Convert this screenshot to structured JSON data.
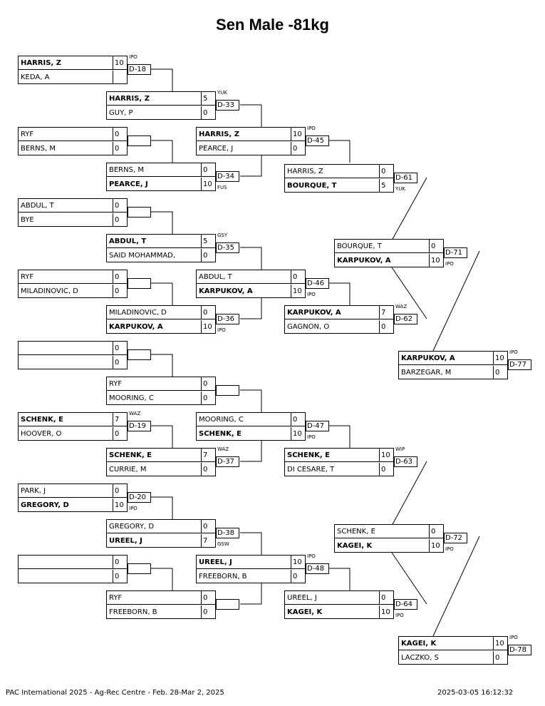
{
  "title": "Sen Male -81kg",
  "footer": {
    "left": "PAC International 2025 - Ag-Rec Centre - Feb. 28-Mar 2, 2025",
    "right": "2025-03-05 16:12:32"
  },
  "matches": [
    {
      "top": "HARRIS, Z",
      "bot": "KEDA, A",
      "st": "10",
      "sb": "",
      "id": "D-18",
      "ct": "IPO",
      "cb": "",
      "w": "top"
    },
    {
      "top": "HARRIS, Z",
      "bot": "GUY, P",
      "st": "5",
      "sb": "0",
      "id": "D-33",
      "ct": "YUK",
      "cb": "",
      "w": "top"
    },
    {
      "top": "RYF",
      "bot": "BERNS, M",
      "st": "0",
      "sb": "0",
      "id": "",
      "ct": "",
      "cb": "",
      "w": ""
    },
    {
      "top": "BERNS, M",
      "bot": "PEARCE, J",
      "st": "0",
      "sb": "10",
      "id": "D-34",
      "ct": "",
      "cb": "FUS",
      "w": "bot"
    },
    {
      "top": "HARRIS, Z",
      "bot": "PEARCE, J",
      "st": "10",
      "sb": "0",
      "id": "D-45",
      "ct": "IPO",
      "cb": "",
      "w": "top"
    },
    {
      "top": "ABDUL, T",
      "bot": "BYE",
      "st": "0",
      "sb": "0",
      "id": "",
      "ct": "",
      "cb": "",
      "w": ""
    },
    {
      "top": "ABDUL, T",
      "bot": "SAID MOHAMMAD,",
      "st": "5",
      "sb": "0",
      "id": "D-35",
      "ct": "GSY",
      "cb": "",
      "w": "top"
    },
    {
      "top": "RYF",
      "bot": "MILADINOVIC, D",
      "st": "0",
      "sb": "0",
      "id": "",
      "ct": "",
      "cb": "",
      "w": ""
    },
    {
      "top": "MILADINOVIC, D",
      "bot": "KARPUKOV, A",
      "st": "0",
      "sb": "10",
      "id": "D-36",
      "ct": "",
      "cb": "IPO",
      "w": "bot"
    },
    {
      "top": "ABDUL, T",
      "bot": "KARPUKOV, A",
      "st": "0",
      "sb": "10",
      "id": "D-46",
      "ct": "",
      "cb": "IPO",
      "w": "bot"
    },
    {
      "top": "HARRIS, Z",
      "bot": "BOURQUE, T",
      "st": "0",
      "sb": "5",
      "id": "D-61",
      "ct": "",
      "cb": "YUK",
      "w": "bot"
    },
    {
      "top": "KARPUKOV, A",
      "bot": "GAGNON, O",
      "st": "7",
      "sb": "0",
      "id": "D-62",
      "ct": "WAZ",
      "cb": "",
      "w": "top"
    },
    {
      "top": "BOURQUE, T",
      "bot": "KARPUKOV, A",
      "st": "0",
      "sb": "10",
      "id": "D-71",
      "ct": "",
      "cb": "IPO",
      "w": "bot"
    },
    {
      "top": "KARPUKOV, A",
      "bot": "BARZEGAR, M",
      "st": "10",
      "sb": "0",
      "id": "D-77",
      "ct": "IPO",
      "cb": "",
      "w": "top"
    },
    {
      "top": "",
      "bot": "",
      "st": "0",
      "sb": "0",
      "id": "",
      "ct": "",
      "cb": "",
      "w": ""
    },
    {
      "top": "RYF",
      "bot": "MOORING, C",
      "st": "0",
      "sb": "0",
      "id": "",
      "ct": "",
      "cb": "",
      "w": ""
    },
    {
      "top": "SCHENK, E",
      "bot": "HOOVER, O",
      "st": "7",
      "sb": "0",
      "id": "D-19",
      "ct": "WAZ",
      "cb": "",
      "w": "top"
    },
    {
      "top": "SCHENK, E",
      "bot": "CURRIE, M",
      "st": "7",
      "sb": "0",
      "id": "D-37",
      "ct": "WAZ",
      "cb": "",
      "w": "top"
    },
    {
      "top": "MOORING, C",
      "bot": "SCHENK, E",
      "st": "0",
      "sb": "10",
      "id": "D-47",
      "ct": "",
      "cb": "IPO",
      "w": "bot"
    },
    {
      "top": "PARK, J",
      "bot": "GREGORY, D",
      "st": "0",
      "sb": "10",
      "id": "D-20",
      "ct": "",
      "cb": "IPO",
      "w": "bot"
    },
    {
      "top": "GREGORY, D",
      "bot": "UREEL, J",
      "st": "0",
      "sb": "7",
      "id": "D-38",
      "ct": "",
      "cb": "GSW",
      "w": "bot"
    },
    {
      "top": "",
      "bot": "",
      "st": "0",
      "sb": "0",
      "id": "",
      "ct": "",
      "cb": "",
      "w": ""
    },
    {
      "top": "RYF",
      "bot": "FREEBORN, B",
      "st": "0",
      "sb": "0",
      "id": "",
      "ct": "",
      "cb": "",
      "w": ""
    },
    {
      "top": "UREEL, J",
      "bot": "FREEBORN, B",
      "st": "10",
      "sb": "0",
      "id": "D-48",
      "ct": "IPO",
      "cb": "",
      "w": "top"
    },
    {
      "top": "SCHENK, E",
      "bot": "DI CESARE, T",
      "st": "10",
      "sb": "0",
      "id": "D-63",
      "ct": "WIP",
      "cb": "",
      "w": "top"
    },
    {
      "top": "UREEL, J",
      "bot": "KAGEI, K",
      "st": "0",
      "sb": "10",
      "id": "D-64",
      "ct": "",
      "cb": "IPO",
      "w": "bot"
    },
    {
      "top": "SCHENK, E",
      "bot": "KAGEI, K",
      "st": "0",
      "sb": "10",
      "id": "D-72",
      "ct": "",
      "cb": "IPO",
      "w": "bot"
    },
    {
      "top": "KAGEI, K",
      "bot": "LACZKO, S",
      "st": "10",
      "sb": "0",
      "id": "D-78",
      "ct": "IPO",
      "cb": "",
      "w": "top"
    }
  ]
}
